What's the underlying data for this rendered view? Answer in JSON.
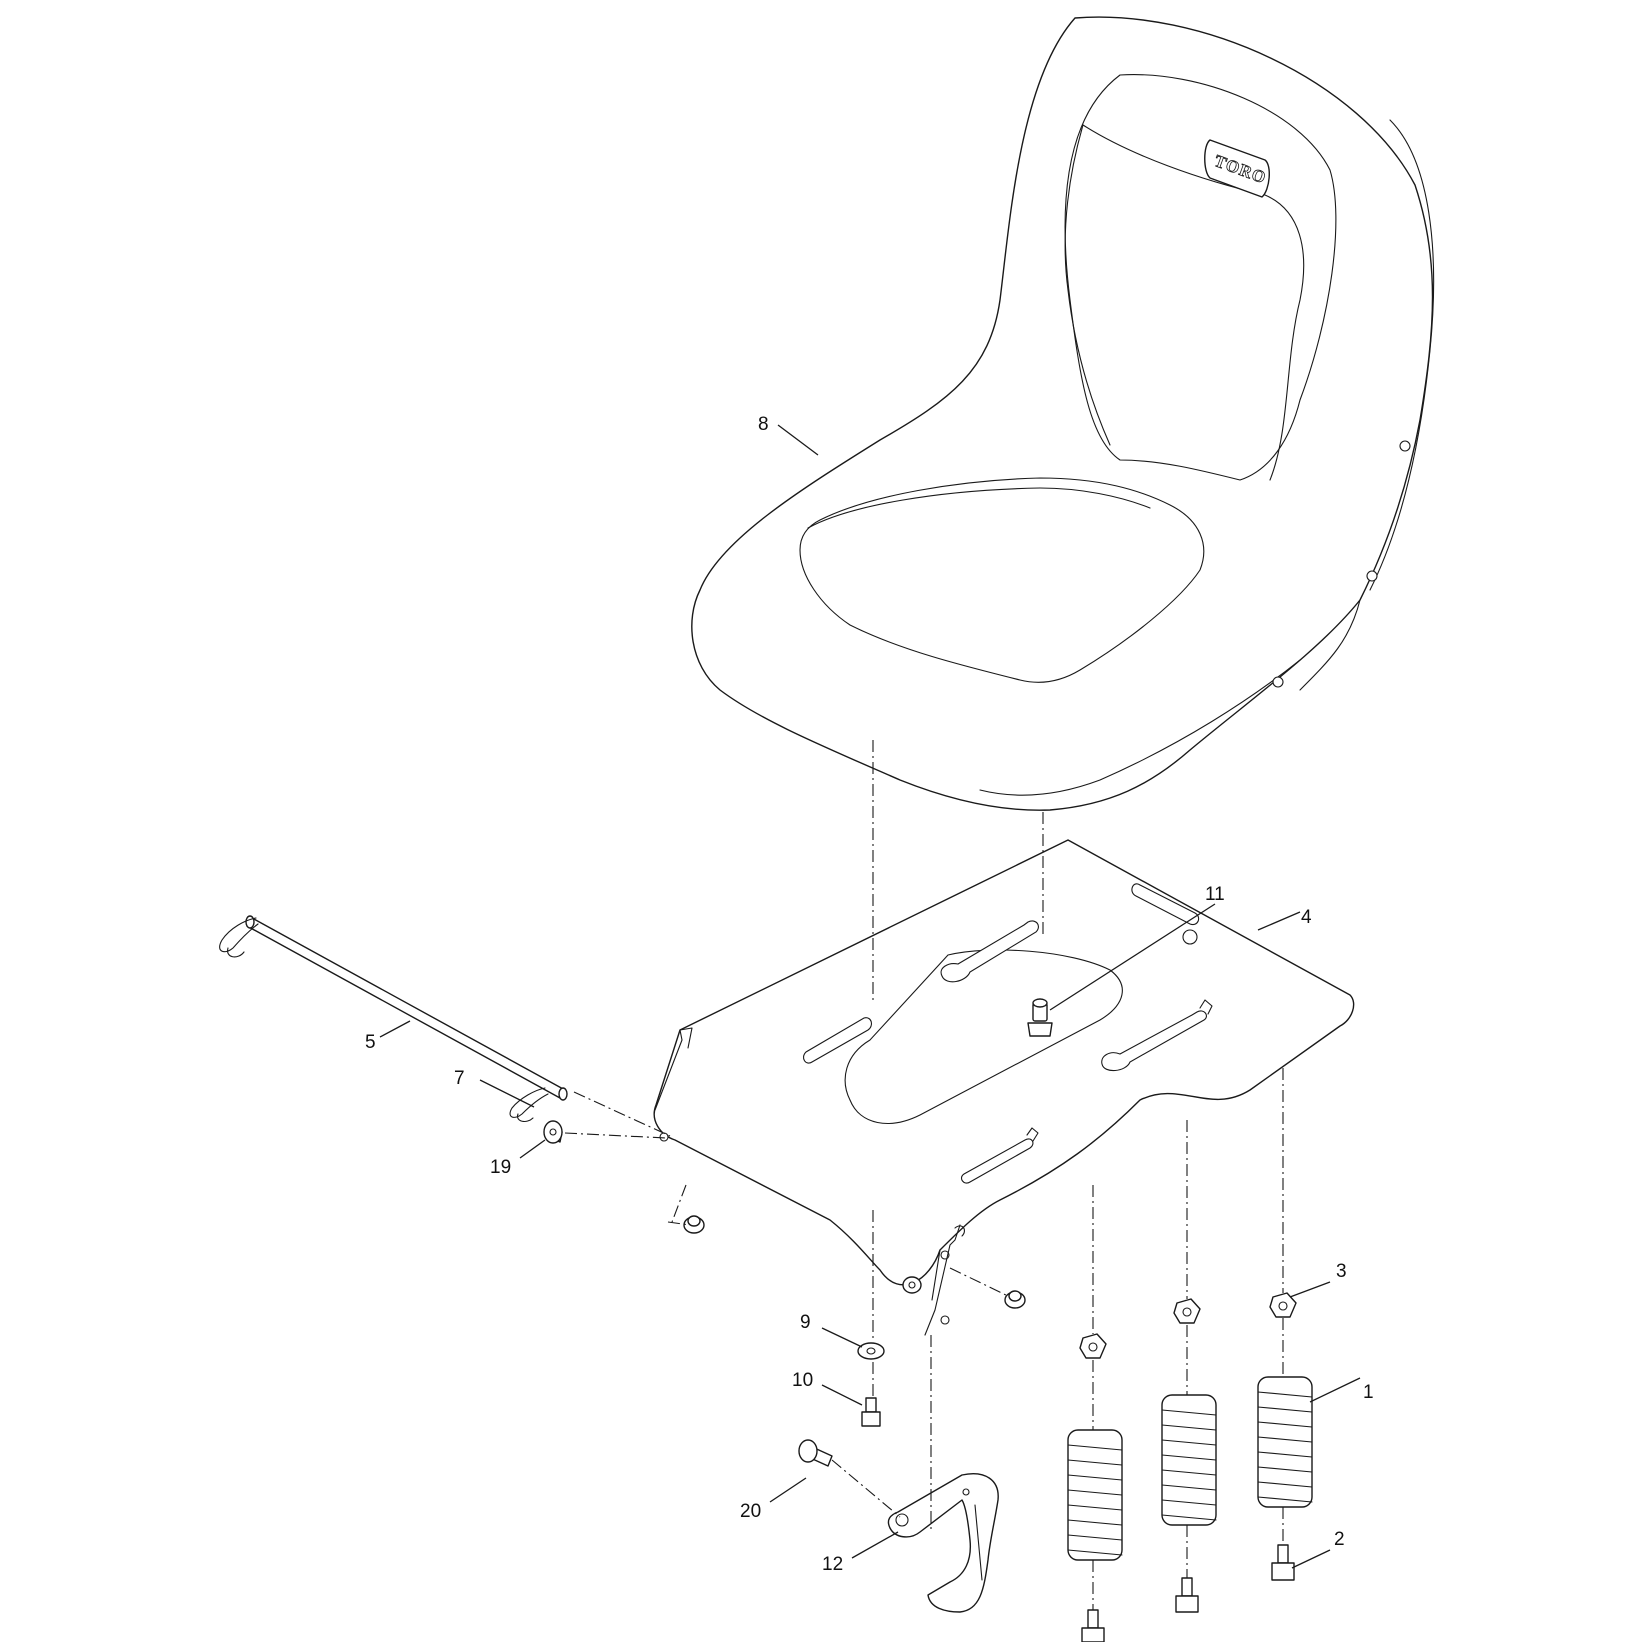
{
  "diagram": {
    "brand_logo": "TORO",
    "callouts": [
      {
        "id": "callout-1",
        "label": "1"
      },
      {
        "id": "callout-2",
        "label": "2"
      },
      {
        "id": "callout-3",
        "label": "3"
      },
      {
        "id": "callout-4",
        "label": "4"
      },
      {
        "id": "callout-5",
        "label": "5"
      },
      {
        "id": "callout-7",
        "label": "7"
      },
      {
        "id": "callout-8",
        "label": "8"
      },
      {
        "id": "callout-9",
        "label": "9"
      },
      {
        "id": "callout-10",
        "label": "10"
      },
      {
        "id": "callout-11",
        "label": "11"
      },
      {
        "id": "callout-12",
        "label": "12"
      },
      {
        "id": "callout-19",
        "label": "19"
      },
      {
        "id": "callout-20",
        "label": "20"
      }
    ]
  }
}
